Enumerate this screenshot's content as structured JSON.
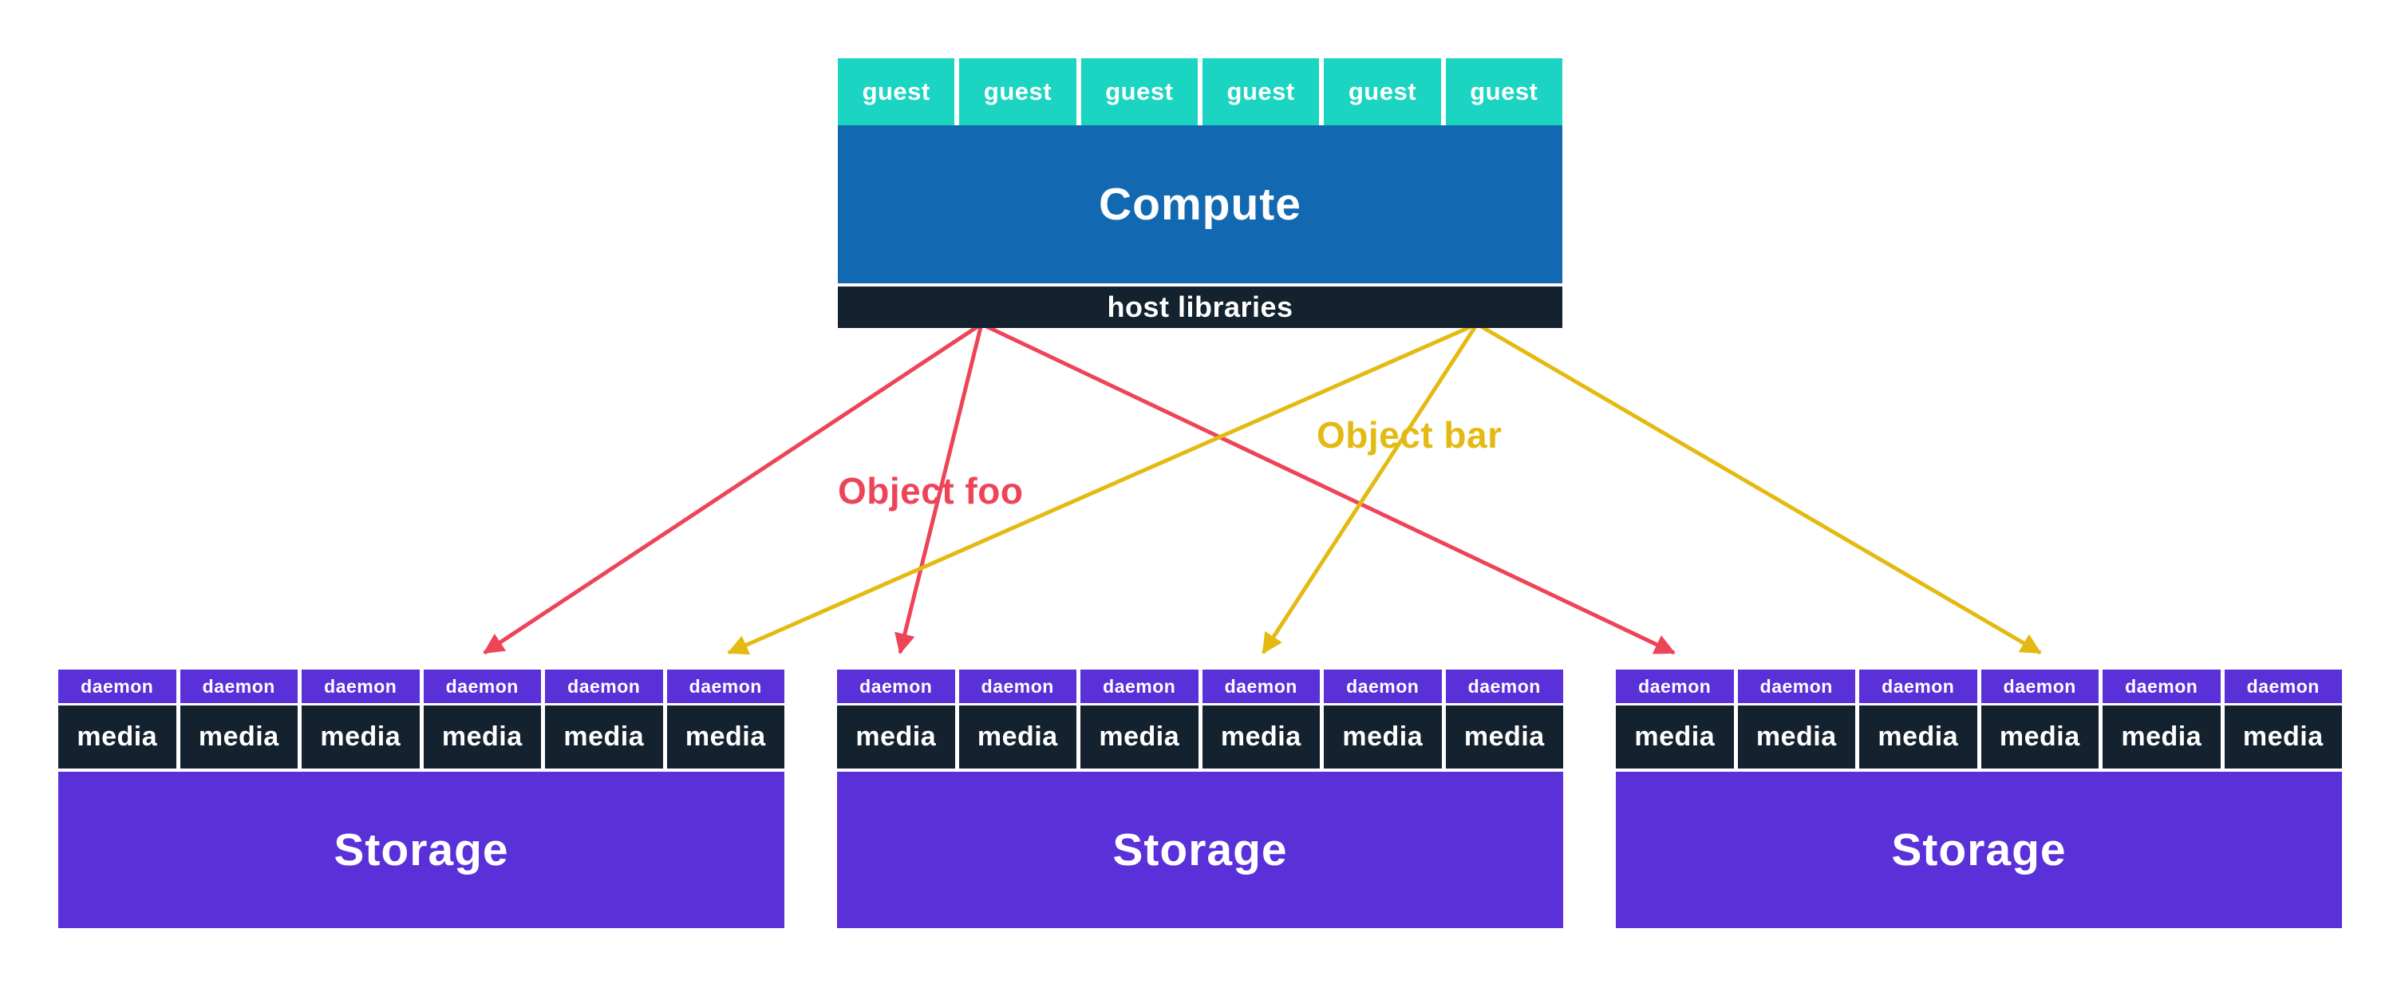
{
  "compute_node": {
    "guests": [
      "guest",
      "guest",
      "guest",
      "guest",
      "guest",
      "guest"
    ],
    "compute_label": "Compute",
    "host_libraries_label": "host libraries"
  },
  "storage_nodes": [
    {
      "label": "Storage",
      "daemons": [
        "daemon",
        "daemon",
        "daemon",
        "daemon",
        "daemon",
        "daemon"
      ],
      "media": [
        "media",
        "media",
        "media",
        "media",
        "media",
        "media"
      ]
    },
    {
      "label": "Storage",
      "daemons": [
        "daemon",
        "daemon",
        "daemon",
        "daemon",
        "daemon",
        "daemon"
      ],
      "media": [
        "media",
        "media",
        "media",
        "media",
        "media",
        "media"
      ]
    },
    {
      "label": "Storage",
      "daemons": [
        "daemon",
        "daemon",
        "daemon",
        "daemon",
        "daemon",
        "daemon"
      ],
      "media": [
        "media",
        "media",
        "media",
        "media",
        "media",
        "media"
      ]
    }
  ],
  "arrows": {
    "object_foo": {
      "label": "Object foo",
      "color": "#ee4458"
    },
    "object_bar": {
      "label": "Object bar",
      "color": "#e4ba12"
    }
  },
  "colors": {
    "guest_teal": "#1bd4c2",
    "compute_blue": "#1269b2",
    "dark_navy": "#14222f",
    "storage_purple": "#5a30d9",
    "background": "#ffffff"
  }
}
